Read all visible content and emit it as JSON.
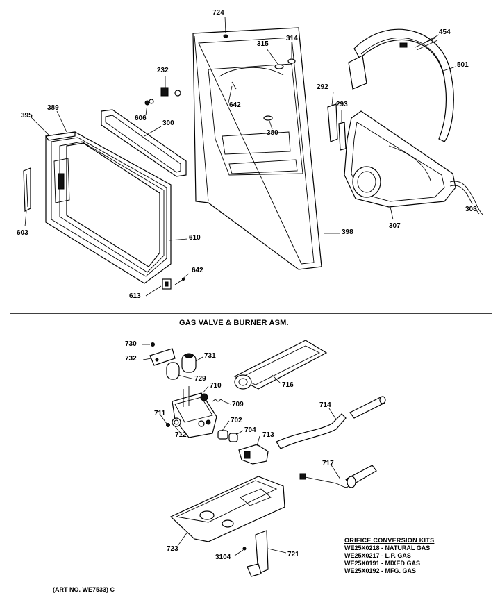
{
  "section_heading": "GAS VALVE & BURNER ASM.",
  "art_number": "(ART NO. WE7533) C",
  "orifice_kits": {
    "title": "ORIFICE CONVERSION KITS",
    "rows": [
      "WE25X0218 - NATURAL GAS",
      "WE25X0217 - L.P. GAS",
      "WE25X0191 - MIXED GAS",
      "WE25X0192 - MFG. GAS"
    ]
  },
  "part_labels": {
    "p724": "724",
    "p315": "315",
    "p314": "314",
    "p454": "454",
    "p501": "501",
    "p232": "232",
    "p292": "292",
    "p293": "293",
    "p642a": "642",
    "p395": "395",
    "p389": "389",
    "p606": "606",
    "p300": "300",
    "p380": "380",
    "p603": "603",
    "p610": "610",
    "p398": "398",
    "p307": "307",
    "p308": "308",
    "p642b": "642",
    "p613": "613",
    "p730": "730",
    "p732": "732",
    "p731": "731",
    "p729": "729",
    "p710": "710",
    "p716": "716",
    "p709": "709",
    "p714": "714",
    "p711": "711",
    "p702": "702",
    "p712": "712",
    "p704": "704",
    "p713": "713",
    "p717": "717",
    "p723": "723",
    "p3104": "3104",
    "p721": "721"
  }
}
